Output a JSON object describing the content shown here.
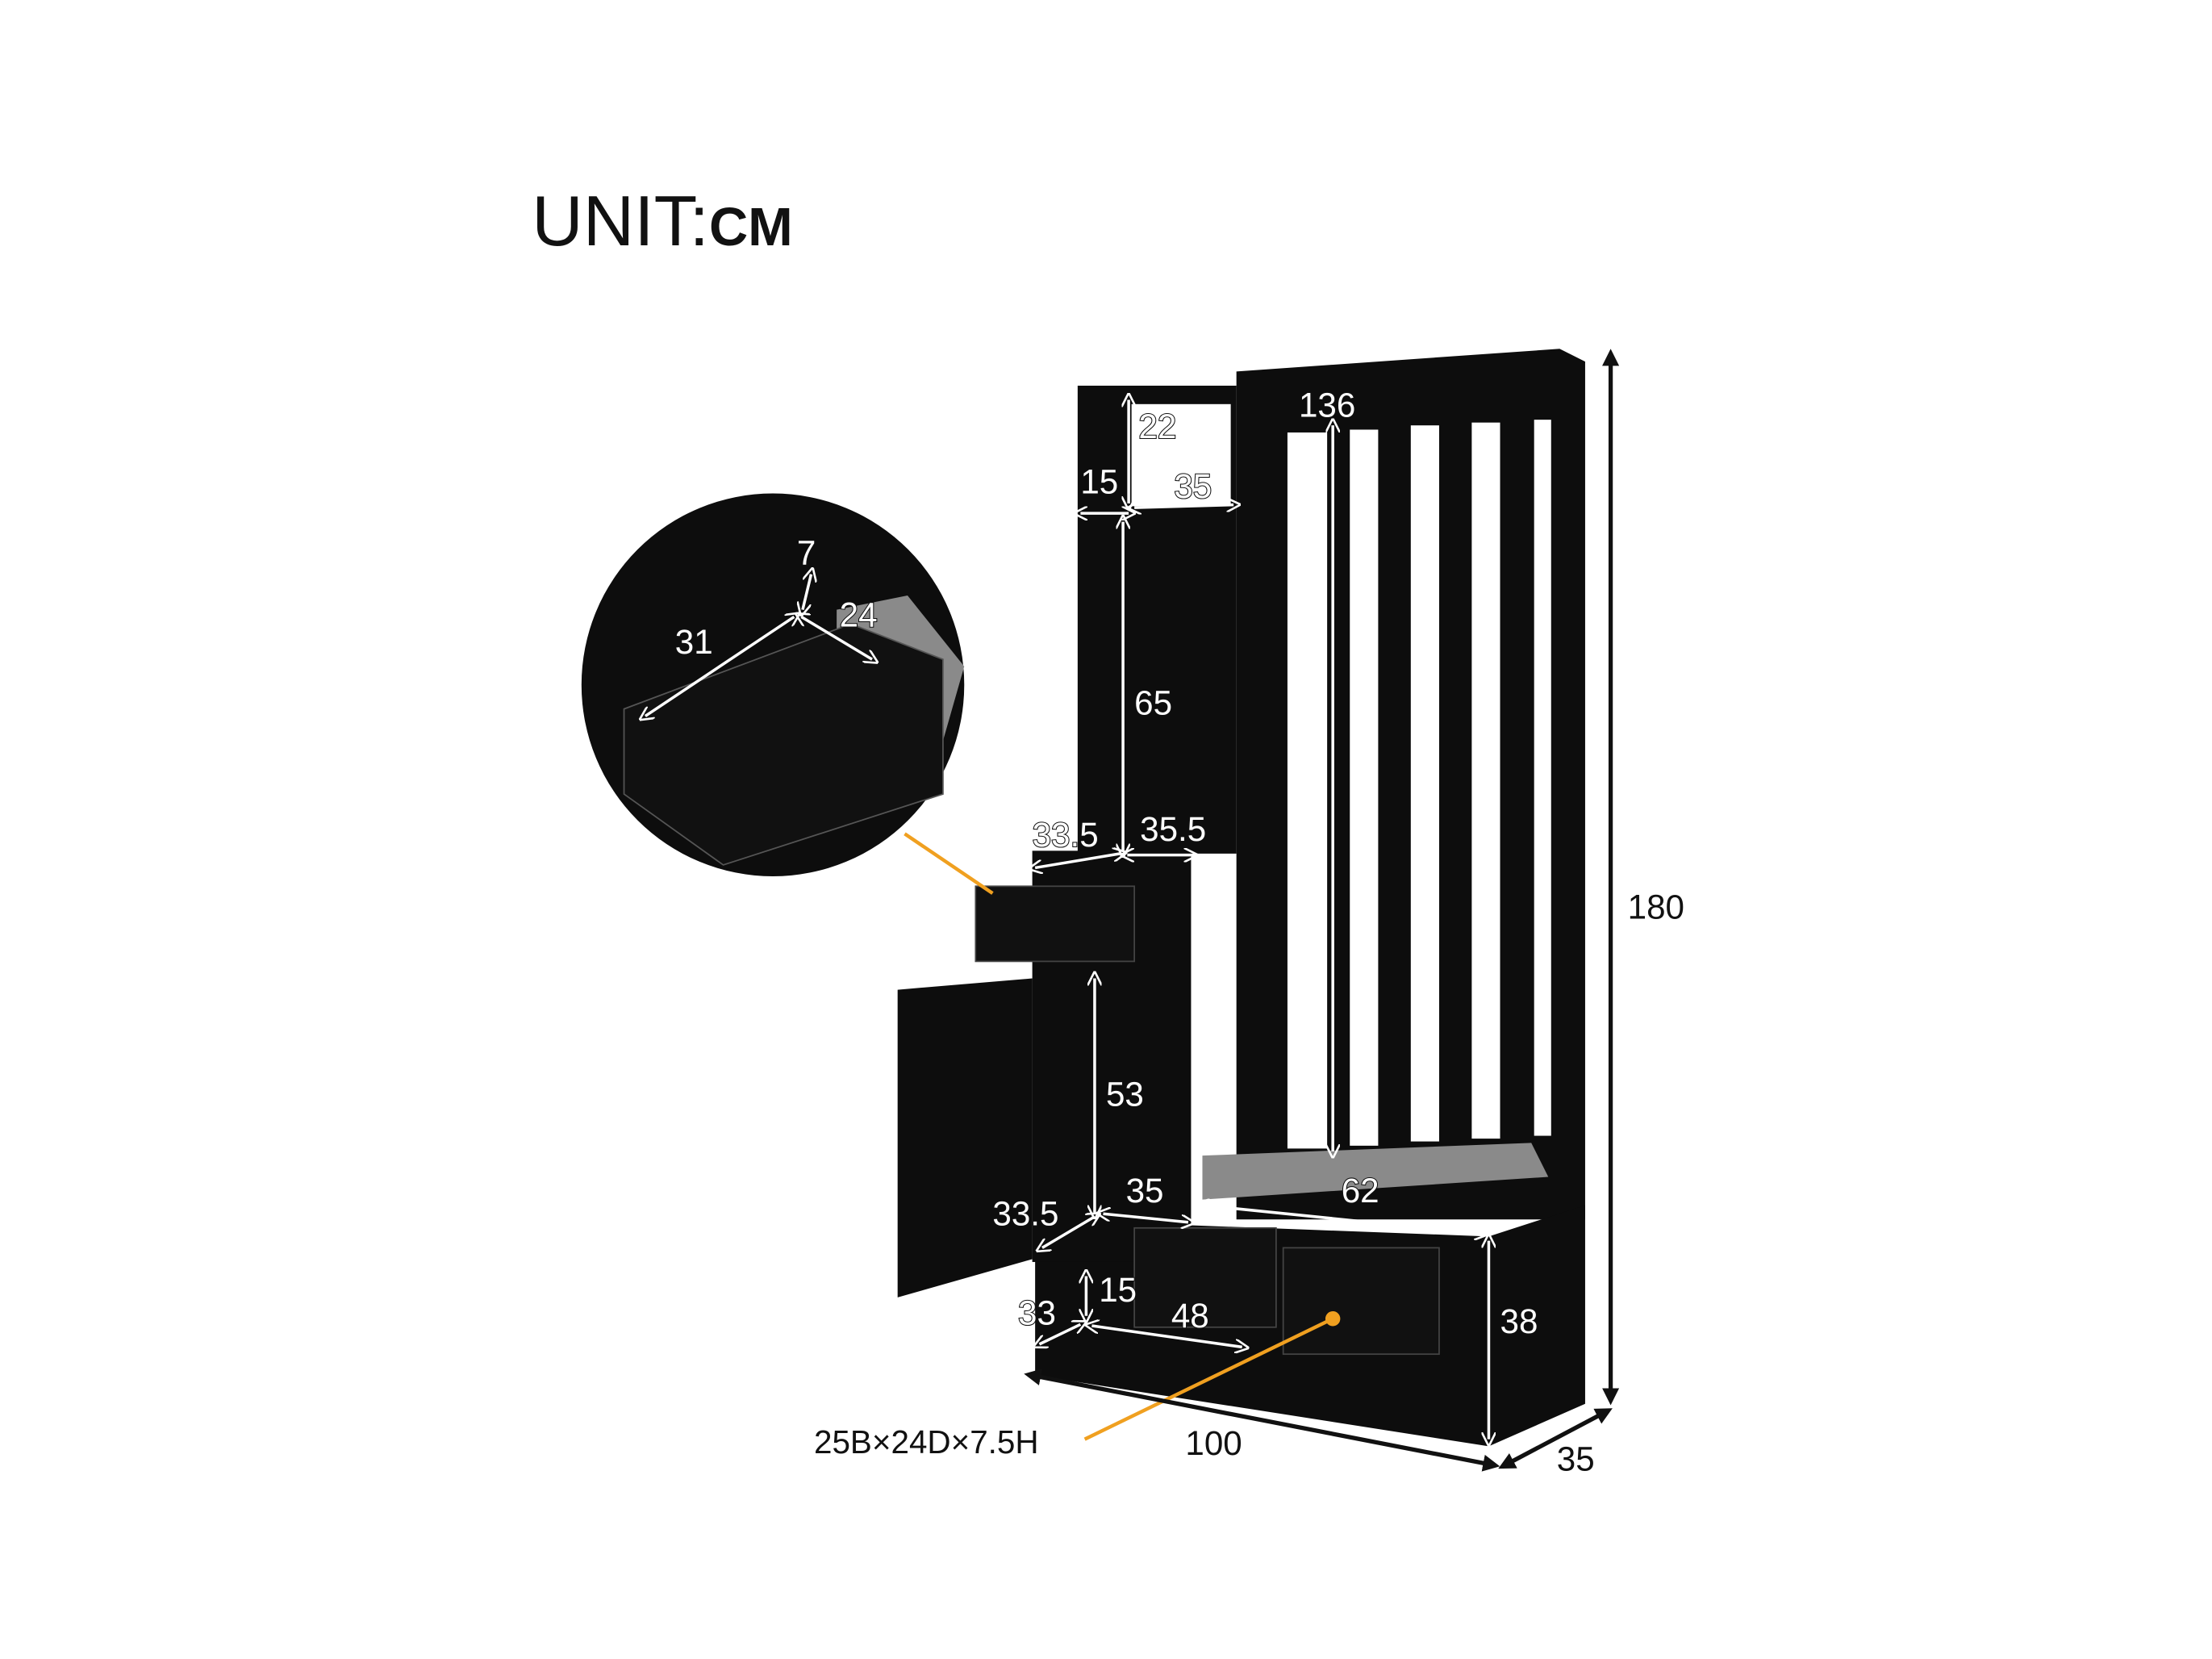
{
  "title": {
    "unit_prefix": "UNIT:",
    "unit_value": "CM"
  },
  "dimensions": {
    "top_shelf_height": "22",
    "top_shelf_side": "15",
    "top_shelf_width": "35",
    "hook_height": "136",
    "pegboard_height": "65",
    "upper_cabinet_depth": "33.5",
    "upper_cabinet_width": "35.5",
    "cabinet_height": "53",
    "lower_shelf_depth": "33.5",
    "lower_shelf_width": "35",
    "bench_width": "62",
    "drawer_space_height": "15",
    "drawer_space_depth": "33",
    "drawer_space_width": "48",
    "bench_height": "38",
    "total_height": "180",
    "total_width": "100",
    "total_depth": "35",
    "inset_drawer_length": "31",
    "inset_drawer_width": "24",
    "inset_drawer_height": "7"
  },
  "callout": {
    "drawer_size": "25B×24D×7.5H"
  },
  "colors": {
    "furniture": "#0d0d0d",
    "cushion": "#8a8a8a",
    "callout_line": "#f0a020"
  }
}
